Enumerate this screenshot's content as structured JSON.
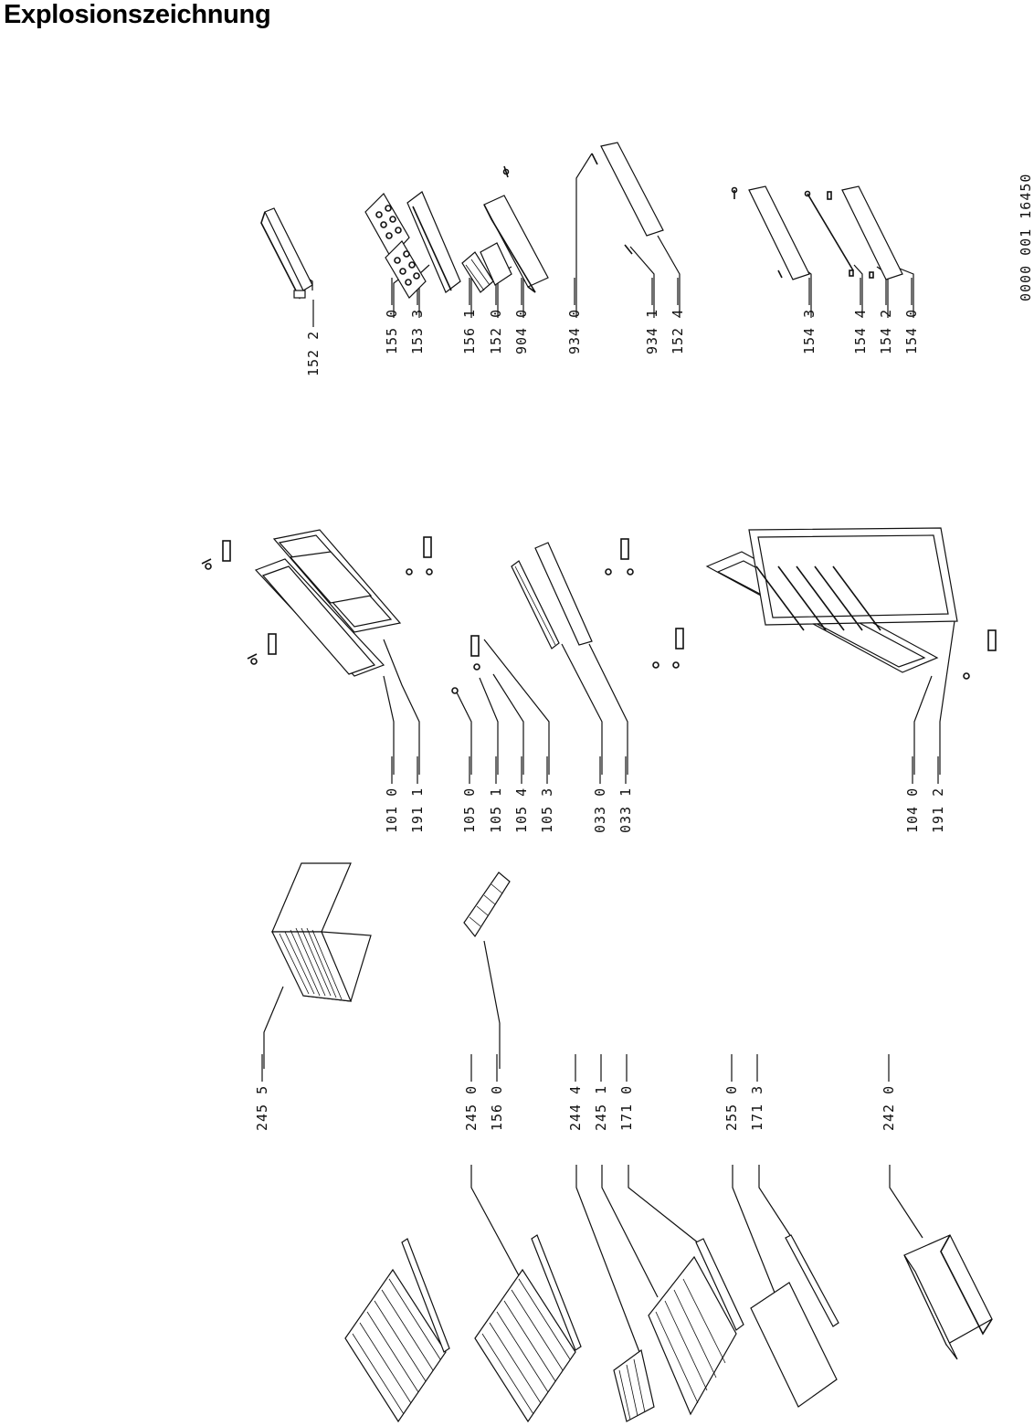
{
  "title": "Explosionszeichnung",
  "drawing_number": "0000 001 16450",
  "part_labels": [
    "152 2",
    "155 0",
    "153 3",
    "156 1",
    "152 0",
    "904 0",
    "934 0",
    "934 1",
    "152 4",
    "154 3",
    "154 4",
    "154 2",
    "154 0",
    "101 0",
    "191 1",
    "105 0",
    "105 1",
    "105 4",
    "105 3",
    "033 0",
    "033 1",
    "104 0",
    "191 2",
    "245 5",
    "245 0",
    "156 0",
    "244 4",
    "245 1",
    "171 0",
    "255 0",
    "171 3",
    "242 0"
  ]
}
